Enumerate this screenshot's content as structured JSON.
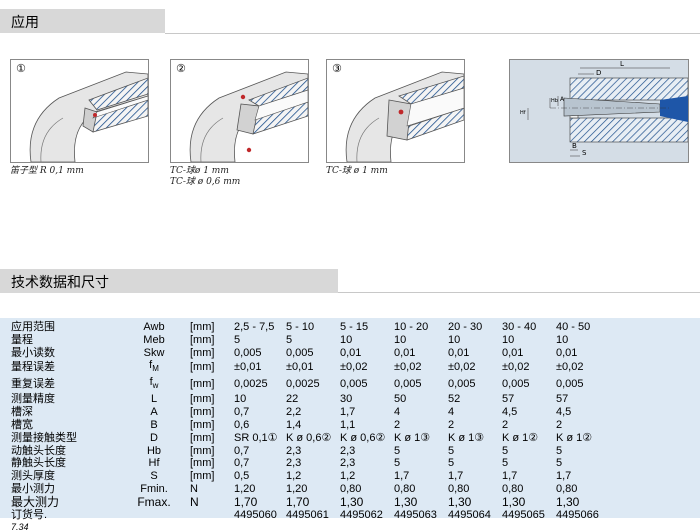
{
  "sections": {
    "application": "应用",
    "tech": "技术数据和尺寸"
  },
  "figures": [
    {
      "num": "①",
      "caption": [
        "笛子型 R 0,1 mm"
      ]
    },
    {
      "num": "②",
      "caption": [
        "TC-球ø 1 mm",
        "TC-球 ø 0,6 mm"
      ]
    },
    {
      "num": "③",
      "caption": [
        "TC-球 ø 1 mm"
      ]
    }
  ],
  "diagram": {
    "labels": {
      "L": "L",
      "D": "D",
      "A": "A",
      "B": "B",
      "S": "S",
      "Hb": "Hb",
      "Hf": "Hf"
    }
  },
  "table": {
    "rows": [
      {
        "label": "应用范围",
        "sym": "Awb",
        "unit": "[mm]",
        "vals": [
          "2,5 - 7,5",
          "5 - 10",
          "5 - 15",
          "10 - 20",
          "20 - 30",
          "30 - 40",
          "40 - 50"
        ]
      },
      {
        "label": "量程",
        "sym": "Meb",
        "unit": "[mm]",
        "vals": [
          "5",
          "5",
          "10",
          "10",
          "10",
          "10",
          "10"
        ]
      },
      {
        "label": "最小读数",
        "sym": "Skw",
        "unit": "[mm]",
        "vals": [
          "0,005",
          "0,005",
          "0,01",
          "0,01",
          "0,01",
          "0,01",
          "0,01"
        ]
      },
      {
        "label": "量程误差",
        "sym": "f",
        "sub": "M",
        "unit": "[mm]",
        "vals": [
          "±0,01",
          "±0,01",
          "±0,02",
          "±0,02",
          "±0,02",
          "±0,02",
          "±0,02"
        ]
      },
      {
        "label": "重复误差",
        "sym": "f",
        "sub": "w",
        "unit": "[mm]",
        "vals": [
          "0,0025",
          "0,0025",
          "0,005",
          "0,005",
          "0,005",
          "0,005",
          "0,005"
        ]
      },
      {
        "label": "测量精度",
        "sym": "L",
        "unit": "[mm]",
        "vals": [
          "10",
          "22",
          "30",
          "50",
          "52",
          "57",
          "57"
        ]
      },
      {
        "label": "槽深",
        "sym": "A",
        "unit": "[mm]",
        "vals": [
          "0,7",
          "2,2",
          "1,7",
          "4",
          "4",
          "4,5",
          "4,5"
        ]
      },
      {
        "label": "槽宽",
        "sym": "B",
        "unit": "[mm]",
        "vals": [
          "0,6",
          "1,4",
          "1,1",
          "2",
          "2",
          "2",
          "2"
        ]
      },
      {
        "label": "测量接触类型",
        "sym": "D",
        "unit": "[mm]",
        "vals": [
          "SR 0,1①",
          "K ø 0,6②",
          "K ø 0,6②",
          "K ø 1③",
          "K ø 1③",
          "K ø 1②",
          "K ø 1②"
        ]
      },
      {
        "label": "动触头长度",
        "sym": "Hb",
        "unit": "[mm]",
        "vals": [
          "0,7",
          "2,3",
          "2,3",
          "5",
          "5",
          "5",
          "5"
        ]
      },
      {
        "label": "静触头长度",
        "sym": "Hf",
        "unit": "[mm]",
        "vals": [
          "0,7",
          "2,3",
          "2,3",
          "5",
          "5",
          "5",
          "5"
        ]
      },
      {
        "label": "测头厚度",
        "sym": "S",
        "unit": "[mm]",
        "vals": [
          "0,5",
          "1,2",
          "1,2",
          "1,7",
          "1,7",
          "1,7",
          "1,7"
        ]
      },
      {
        "label": "最小测力",
        "sym": "Fmin.",
        "unit": "N",
        "vals": [
          "1,20",
          "1,20",
          "0,80",
          "0,80",
          "0,80",
          "0,80",
          "0,80"
        ]
      },
      {
        "label": "最大测力",
        "sym": "Fmax.",
        "unit": "N",
        "vals": [
          "1,70",
          "1,70",
          "1,30",
          "1,30",
          "1,30",
          "1,30",
          "1,30"
        ],
        "big": true
      },
      {
        "label": "订货号.",
        "sym": "",
        "unit": "",
        "vals": [
          "4495060",
          "4495061",
          "4495062",
          "4495063",
          "4495064",
          "4495065",
          "4495066"
        ]
      }
    ]
  },
  "page_number": "7.34"
}
